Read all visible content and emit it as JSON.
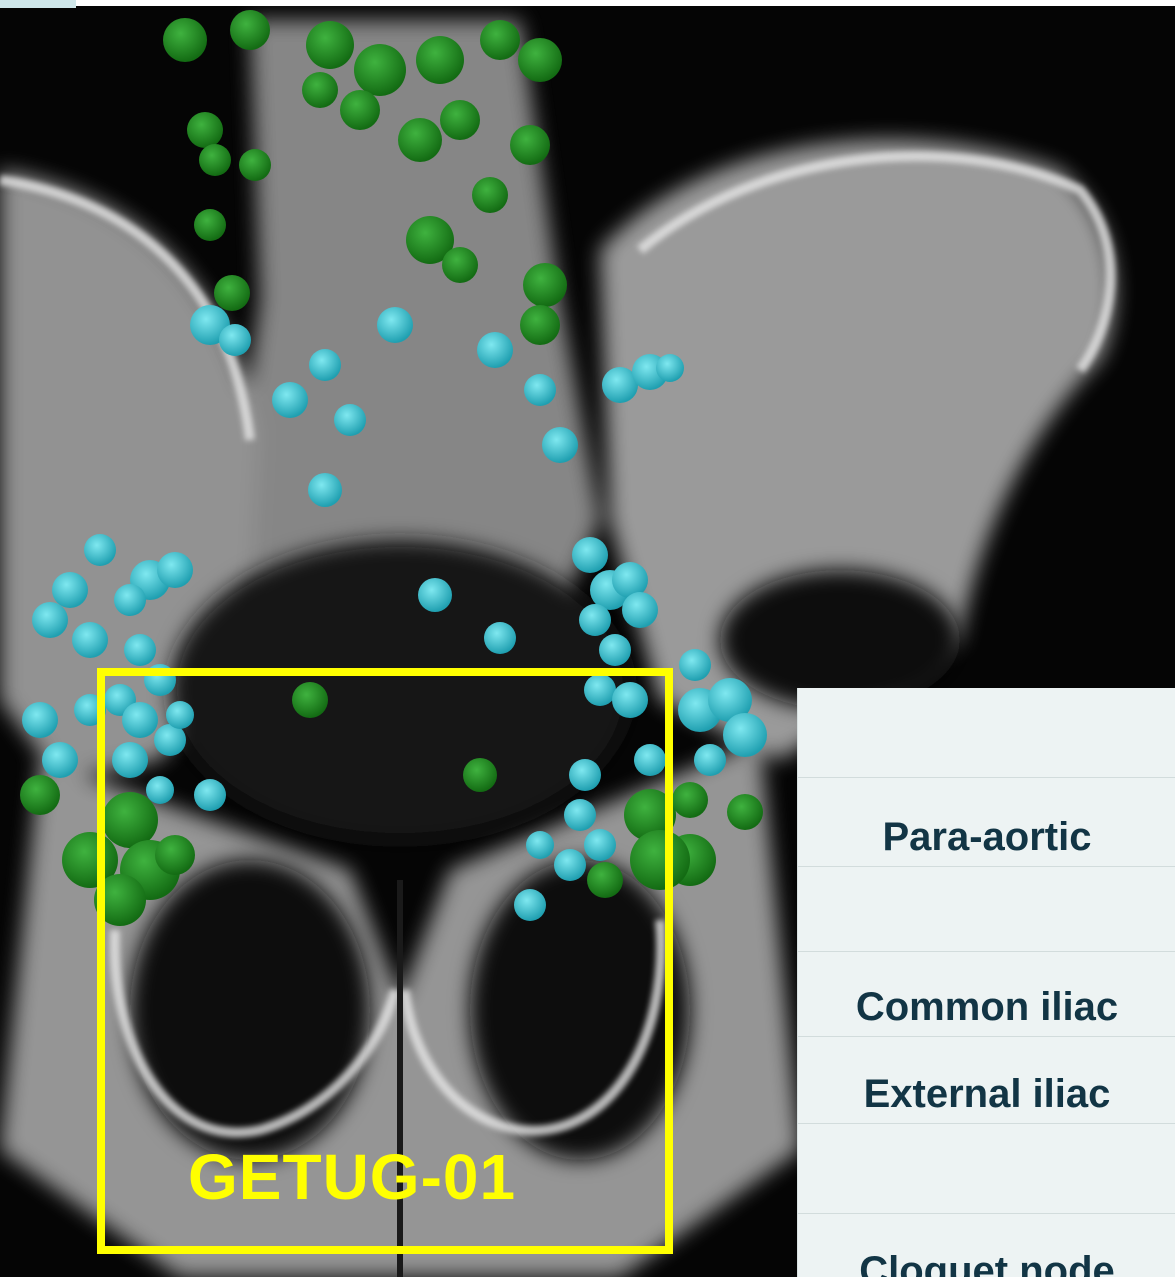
{
  "image": {
    "highlight_label": "GETUG-01",
    "highlight_color": "#ffff00",
    "node_colors": {
      "green": "#1f8a1f",
      "cyan": "#35c4d4"
    }
  },
  "legend_table": {
    "rows": [
      "",
      "Para-aortic",
      "",
      "Common iliac",
      "External iliac",
      "",
      "Cloquet node"
    ]
  }
}
